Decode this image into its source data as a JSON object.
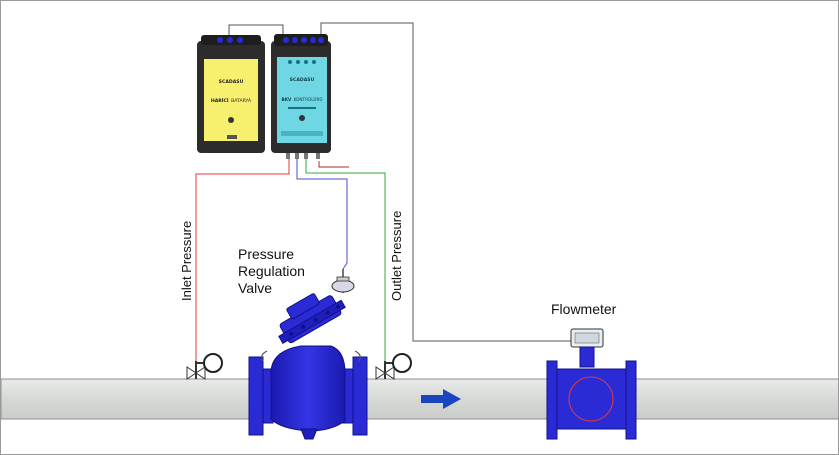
{
  "labels": {
    "inlet": "Inlet Pressure",
    "outlet": "Outlet Pressure",
    "valve_line1": "Pressure",
    "valve_line2": "Regulation",
    "valve_line3": "Valve",
    "flowmeter": "Flowmeter"
  },
  "devices": {
    "battery": {
      "brand": "SCADASU",
      "name_bold": "HARİCİ",
      "name_rest": "BATARYA"
    },
    "controller": {
      "brand": "SCADASU",
      "name_bold": "BKV",
      "name_rest": "KONTROLÜRÜ"
    }
  },
  "colors": {
    "pipe": "#d8dbd8",
    "pipe_edge": "#8d918d",
    "valve_blue": "#2b2bd6",
    "valve_dark": "#10108a",
    "inlet_wire": "#e03a3a",
    "outlet_wire": "#3aaa3a",
    "sensor_wire": "#4a4ad0",
    "signal_wire": "#555555",
    "battery_yellow": "#f7ef6e",
    "controller_cyan": "#6fd7e4",
    "device_body": "#2c2c2c",
    "flow_arrow": "#1846c0"
  },
  "icons": [
    "flow-direction-arrow",
    "pressure-gauge-icon",
    "needle-valve-icon"
  ]
}
